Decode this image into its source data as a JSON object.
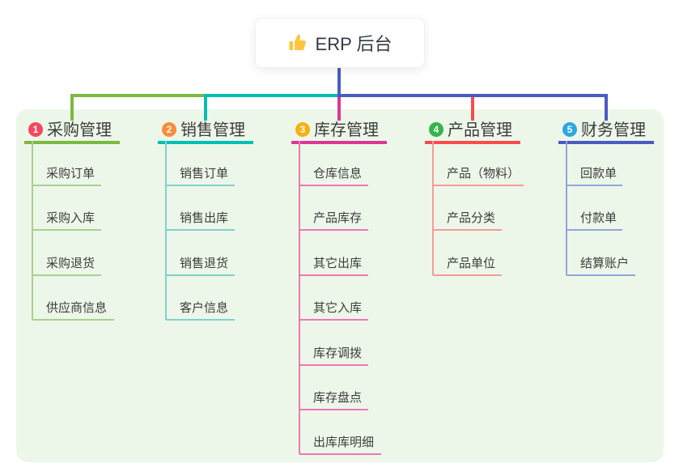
{
  "root": {
    "label": "ERP 后台",
    "icon": "thumbs-up-icon",
    "icon_color": "#FFC53D"
  },
  "panel_color": "#EDF7E9",
  "connector_color": "#4A5BC4",
  "branches": [
    {
      "num": "1",
      "label": "采购管理",
      "badge_color": "#F5485F",
      "line_color": "#7CB940",
      "child_line_color": "#A9D08C",
      "children": [
        "采购订单",
        "采购入库",
        "采购退货",
        "供应商信息"
      ]
    },
    {
      "num": "2",
      "label": "销售管理",
      "badge_color": "#FA8C3C",
      "line_color": "#00BFB4",
      "child_line_color": "#7FD2CB",
      "children": [
        "销售订单",
        "销售出库",
        "销售退货",
        "客户信息"
      ]
    },
    {
      "num": "3",
      "label": "库存管理",
      "badge_color": "#F9B013",
      "line_color": "#DB3793",
      "child_line_color": "#EF77B4",
      "children": [
        "仓库信息",
        "产品库存",
        "其它出库",
        "其它入库",
        "库存调拨",
        "库存盘点",
        "出库库明细"
      ]
    },
    {
      "num": "4",
      "label": "产品管理",
      "badge_color": "#35B44A",
      "line_color": "#F84C4C",
      "child_line_color": "#F79B99",
      "children": [
        "产品（物料）",
        "产品分类",
        "产品单位"
      ]
    },
    {
      "num": "5",
      "label": "财务管理",
      "badge_color": "#2EA7DF",
      "line_color": "#4A5BC4",
      "child_line_color": "#92A5DC",
      "children": [
        "回款单",
        "付款单",
        "结算账户"
      ]
    }
  ]
}
